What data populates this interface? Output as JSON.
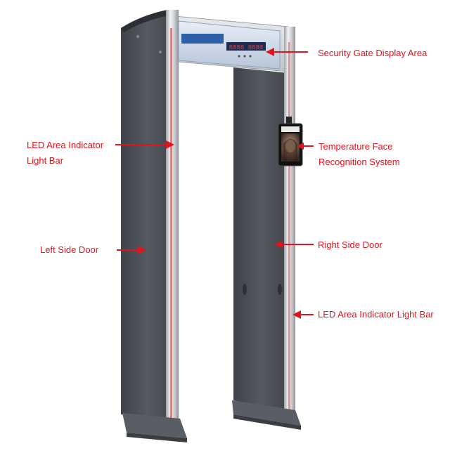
{
  "labels": {
    "display_area": "Security Gate Display Area",
    "led_left_line1": "LED Area Indicator",
    "led_left_line2": "Light Bar",
    "face_line1": "Temperature Face",
    "face_line2": "Recognition System",
    "left_door": "Left Side Door",
    "right_door": "Right Side Door",
    "led_right": "LED Area Indicator Light Bar"
  },
  "display_panel": {
    "digits": "8888 8888"
  },
  "colors": {
    "label_red": "#e0141e",
    "panel_dark": "#4a4f55",
    "rail_silver": "#c9ccd0",
    "display_blue": "#2f5fa8"
  }
}
